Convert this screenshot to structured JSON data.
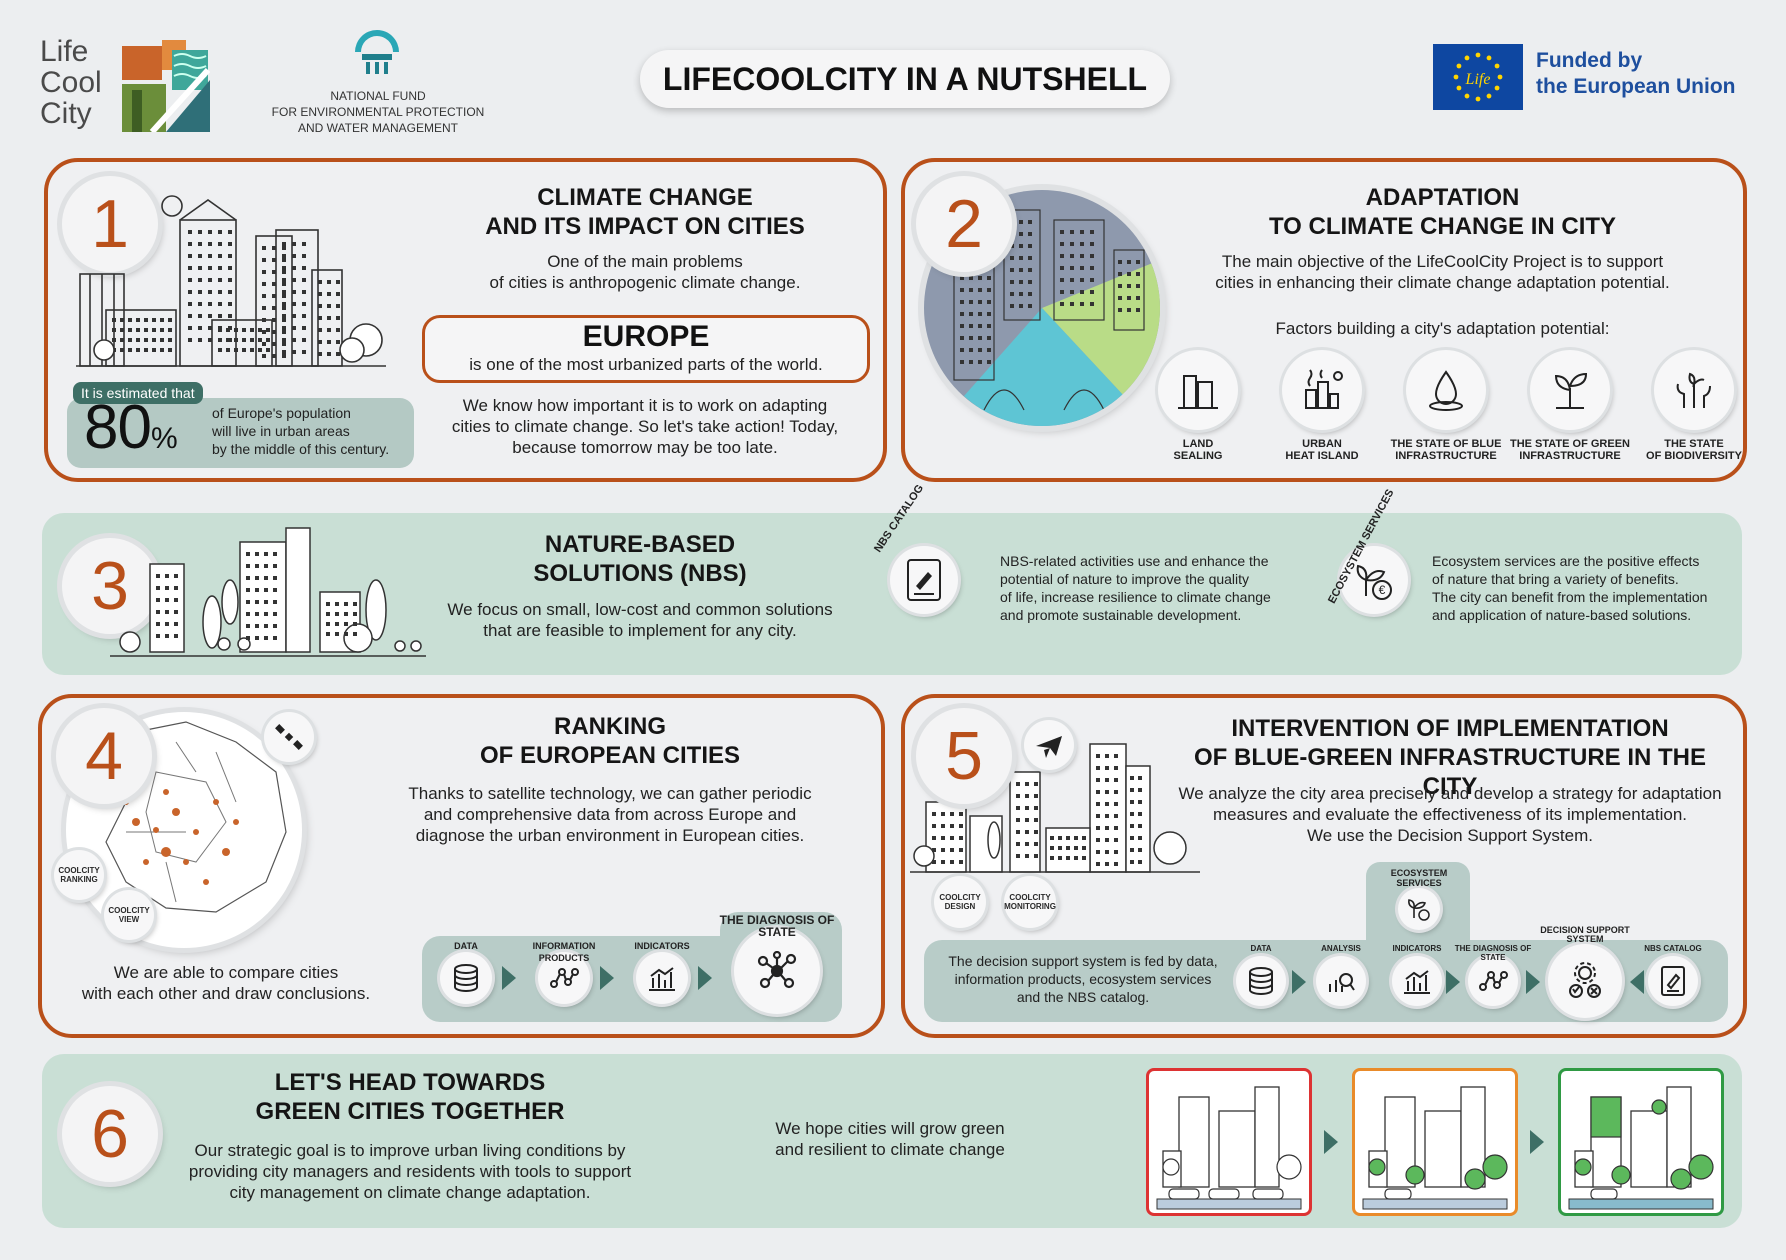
{
  "header": {
    "logo_line1": "Life",
    "logo_line2": "Cool",
    "logo_line3": "City",
    "fund_line1": "NATIONAL FUND",
    "fund_line2": "FOR ENVIRONMENTAL PROTECTION",
    "fund_line3": "AND WATER MANAGEMENT",
    "title": "LIFECOOLCITY IN A NUTSHELL",
    "eu_line1": "Funded by",
    "eu_line2": "the European Union",
    "eu_life": "Life"
  },
  "colors": {
    "accent": "#b9501a",
    "green_panel": "#c9dfd5",
    "teal_panel": "#b8ccc8",
    "dark_teal": "#3e6f66",
    "eu_blue": "#0e47a1"
  },
  "s1": {
    "num": "1",
    "title_l1": "CLIMATE CHANGE",
    "title_l2": "AND ITS IMPACT ON CITIES",
    "text_l1": "One of the main problems",
    "text_l2": "of cities is anthropogenic climate change.",
    "europe": "EUROPE",
    "europe_sub": "is one of the most urbanized parts of the world.",
    "action_l1": "We know how important it is to work on adapting",
    "action_l2": "cities to climate change. So let's take action! Today,",
    "action_l3": "because tomorrow may be too late.",
    "estimated": "It is estimated that",
    "pct_num": "80",
    "pct_sign": "%",
    "pop_l1": "of Europe's population",
    "pop_l2": "will live in urban areas",
    "pop_l3": "by the middle of this century."
  },
  "s2": {
    "num": "2",
    "title_l1": "ADAPTATION",
    "title_l2": "TO CLIMATE CHANGE IN CITY",
    "text_l1": "The main objective of the LifeCoolCity Project is to support",
    "text_l2": "cities in enhancing their climate change adaptation potential.",
    "factors": "Factors building a city's adaptation potential:",
    "items": [
      {
        "l1": "LAND",
        "l2": "SEALING",
        "icon": "buildings-icon"
      },
      {
        "l1": "URBAN",
        "l2": "HEAT ISLAND",
        "icon": "factory-heat-icon"
      },
      {
        "l1": "THE STATE OF BLUE",
        "l2": "INFRASTRUCTURE",
        "icon": "water-drop-icon"
      },
      {
        "l1": "THE STATE OF GREEN",
        "l2": "INFRASTRUCTURE",
        "icon": "sprout-icon"
      },
      {
        "l1": "THE STATE",
        "l2": "OF BIODIVERSITY",
        "icon": "plants-icon"
      }
    ]
  },
  "s3": {
    "num": "3",
    "title_l1": "NATURE-BASED",
    "title_l2": "SOLUTIONS (NBS)",
    "text_l1": "We focus on small, low-cost and common solutions",
    "text_l2": "that are feasible to implement for any city.",
    "nbs_label": "NBS CATALOG",
    "nbs_l1": "NBS-related activities use and enhance the",
    "nbs_l2": "potential of nature to improve the quality",
    "nbs_l3": "of life, increase resilience to climate change",
    "nbs_l4": "and promote sustainable development.",
    "eco_label": "ECOSYSTEM SERVICES",
    "eco_l1": "Ecosystem services are the positive effects",
    "eco_l2": "of nature that bring a variety of benefits.",
    "eco_l3": "The city can benefit from the implementation",
    "eco_l4": "and application of nature-based solutions."
  },
  "s4": {
    "num": "4",
    "title_l1": "RANKING",
    "title_l2": "OF EUROPEAN CITIES",
    "text_l1": "Thanks to satellite technology, we can gather periodic",
    "text_l2": "and comprehensive data from across Europe and",
    "text_l3": "diagnose the urban environment in European cities.",
    "ranking_l1": "COOLCITY",
    "ranking_l2": "RANKING",
    "view_l1": "COOLCITY",
    "view_l2": "VIEW",
    "compare_l1": "We are able to compare cities",
    "compare_l2": "with each other and draw conclusions.",
    "flow": [
      "DATA",
      "INFORMATION PRODUCTS",
      "INDICATORS",
      "THE DIAGNOSIS OF STATE"
    ]
  },
  "s5": {
    "num": "5",
    "title_l1": "INTERVENTION OF IMPLEMENTATION",
    "title_l2": "OF BLUE-GREEN INFRASTRUCTURE IN THE CITY",
    "text_l1": "We analyze the city area precisely and develop a strategy for adaptation",
    "text_l2": "measures and evaluate the effectiveness of its implementation.",
    "text_l3": "We use the Decision Support System.",
    "design_l1": "COOLCITY",
    "design_l2": "DESIGN",
    "mon_l1": "COOLCITY",
    "mon_l2": "MONITORING",
    "dss_l1": "The decision support system is fed by data,",
    "dss_l2": "information products, ecosystem services",
    "dss_l3": "and the NBS catalog.",
    "eco": "ECOSYSTEM SERVICES",
    "flow": [
      "DATA",
      "ANALYSIS",
      "INDICATORS",
      "THE DIAGNOSIS OF STATE",
      "DECISION SUPPORT SYSTEM",
      "NBS CATALOG"
    ]
  },
  "s6": {
    "num": "6",
    "title_l1": "LET'S HEAD TOWARDS",
    "title_l2": "GREEN CITIES TOGETHER",
    "text_l1": "Our strategic goal is to improve urban living conditions by",
    "text_l2": "providing city managers and residents with tools to support",
    "text_l3": "city management on climate change adaptation.",
    "hope_l1": "We hope cities will grow green",
    "hope_l2": "and resilient to climate change"
  }
}
